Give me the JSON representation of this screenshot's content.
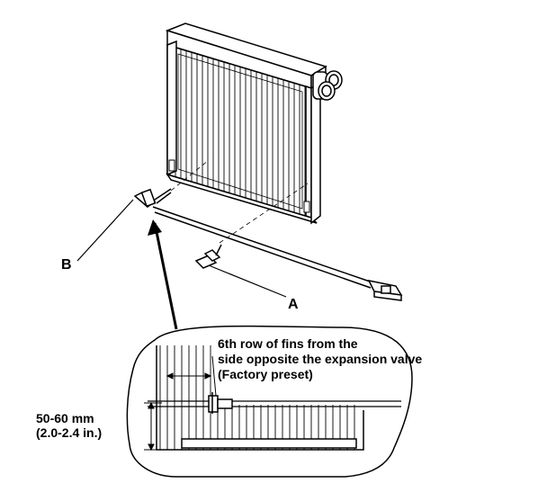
{
  "callouts": {
    "label_b": "B",
    "label_a": "A"
  },
  "detail": {
    "fin_note_line1": "6th row of fins from the",
    "fin_note_line2": "side opposite the expansion valve",
    "fin_note_line3": "(Factory preset)",
    "depth_line1": "50-60 mm",
    "depth_line2": "(2.0-2.4 in.)"
  },
  "colors": {
    "ink": "#000000",
    "background": "#ffffff"
  }
}
